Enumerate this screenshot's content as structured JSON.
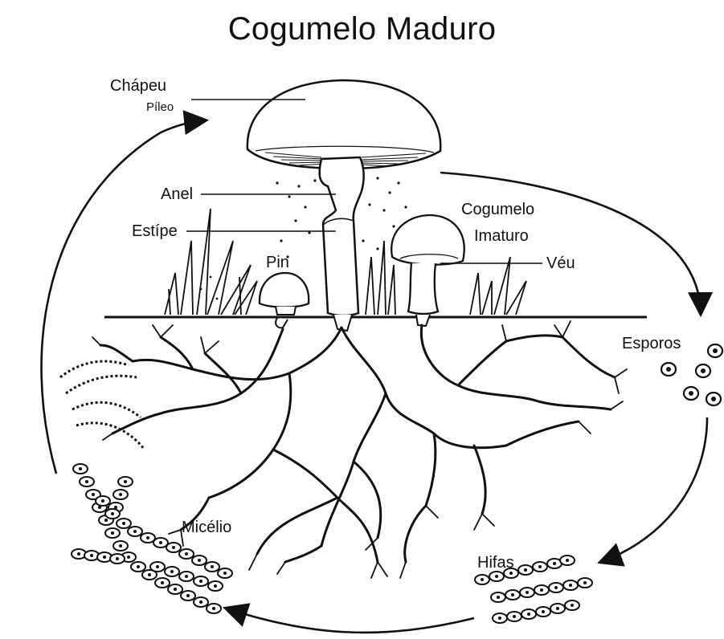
{
  "title": "Cogumelo Maduro",
  "labels": {
    "chapeu": "Chápeu",
    "pileo": "Píleo",
    "anel": "Anel",
    "estipe": "Estípe",
    "pin": "Pin",
    "cogumelo_imaturo_1": "Cogumelo",
    "cogumelo_imaturo_2": "Imaturo",
    "veu": "Véu",
    "esporos": "Esporos",
    "micelio": "Micélio",
    "hifas": "Hifas"
  },
  "colors": {
    "ink": "#111111",
    "background": "#ffffff"
  }
}
